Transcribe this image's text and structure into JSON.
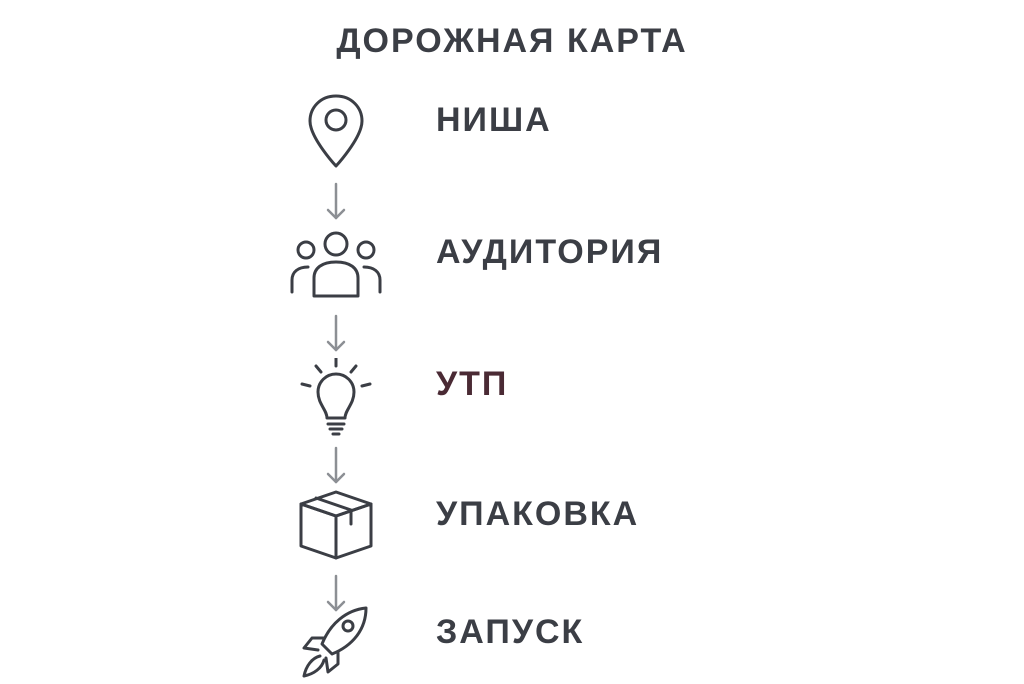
{
  "title": "ДОРОЖНАЯ КАРТА",
  "steps": [
    {
      "label": "НИША",
      "icon": "map-pin-icon"
    },
    {
      "label": "АУДИТОРИЯ",
      "icon": "people-group-icon"
    },
    {
      "label": "УТП",
      "icon": "lightbulb-icon",
      "color": "#4a2a34"
    },
    {
      "label": "УПАКОВКА",
      "icon": "box-icon"
    },
    {
      "label": "ЗАПУСК",
      "icon": "rocket-icon"
    }
  ],
  "colors": {
    "text": "#3b3e45",
    "highlight": "#4a2a34",
    "icon_stroke": "#3b3e45",
    "arrow": "#8c8f94"
  }
}
